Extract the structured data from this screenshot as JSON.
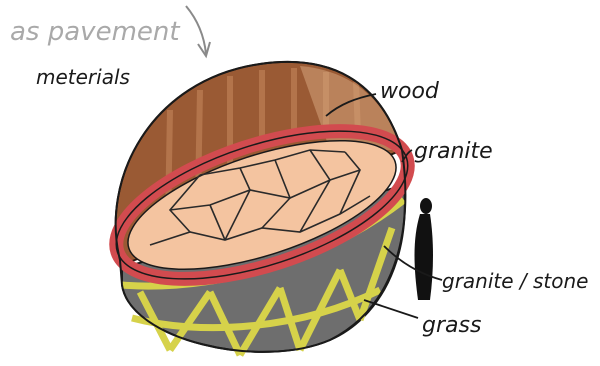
{
  "annotations": {
    "top_note": "as pavement",
    "materials": "meterials",
    "wood": "wood",
    "granite": "granite",
    "granite_stone": "granite / stone",
    "grass": "grass"
  },
  "colors": {
    "wood": "#9a5a34",
    "wood_light": "#c98a5e",
    "granite_rim": "#d24b4f",
    "paving_fill": "#f4c4a0",
    "stone_gray": "#6e6e6e",
    "grass_band": "#d6d24a",
    "ink": "#1a1a1a"
  }
}
